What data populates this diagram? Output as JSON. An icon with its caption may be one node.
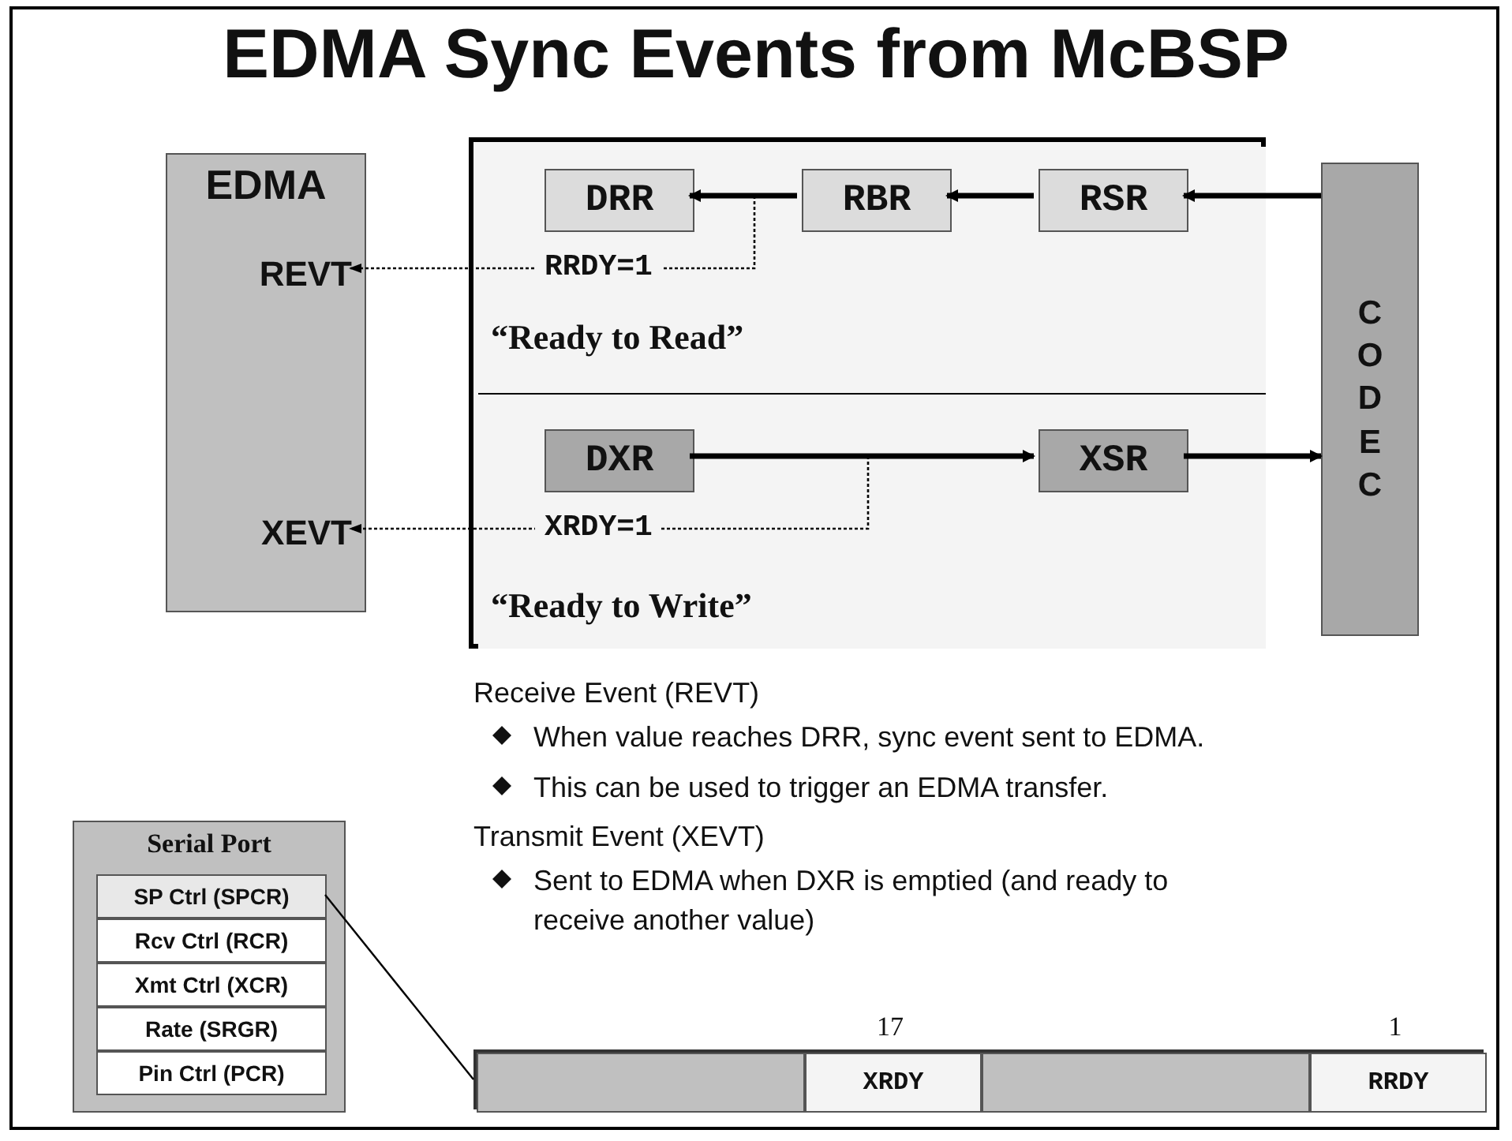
{
  "diagram": {
    "title": "EDMA Sync Events from McBSP",
    "nodes": [
      {
        "text": [
          "EDMA"
        ]
      },
      {
        "text": [
          "REVT"
        ],
        "in": 0
      },
      {
        "text": [
          "XEVT"
        ],
        "in": 0
      },
      {
        "text": [],
        "shape": "box"
      },
      {
        "text": [
          "“Ready to Read”"
        ],
        "in": 3
      },
      {
        "text": [
          "“Ready to Write”"
        ],
        "in": 3
      },
      {
        "text": [
          "DRR"
        ],
        "in": 4
      },
      {
        "text": [
          "RBR"
        ],
        "in": 4
      },
      {
        "text": [
          "RSR"
        ],
        "in": 4
      },
      {
        "text": [
          "DXR"
        ],
        "in": 5
      },
      {
        "text": [
          "XSR"
        ],
        "in": 5
      },
      {
        "text": [
          "CODEC"
        ]
      },
      {
        "text": [
          "Serial Port"
        ]
      },
      {
        "text": [
          "SP Ctrl (SPCR)"
        ],
        "in": 12
      },
      {
        "text": [
          "Rcv Ctrl (RCR)"
        ],
        "in": 12
      },
      {
        "text": [
          "Xmt Ctrl (XCR)"
        ],
        "in": 12
      },
      {
        "text": [
          "Rate (SRGR)"
        ],
        "in": 12
      },
      {
        "text": [
          "Pin Ctrl (PCR)"
        ],
        "in": 12
      },
      {
        "text": [],
        "shape": "bar"
      },
      {
        "text": [],
        "shape": "box",
        "in": 18
      },
      {
        "text": [
          "XRDY"
        ],
        "in": 18,
        "beside": [
          "17"
        ]
      },
      {
        "text": [],
        "shape": "box",
        "in": 18
      },
      {
        "text": [
          "RRDY"
        ],
        "in": 18,
        "beside": [
          "1"
        ]
      }
    ],
    "edges": [
      {
        "from": 11,
        "to": 8,
        "arrow": "to"
      },
      {
        "from": 8,
        "to": 7,
        "arrow": "to"
      },
      {
        "from": 7,
        "to": 6,
        "arrow": "to"
      },
      {
        "from": null,
        "to": 1,
        "arrow": "to",
        "style": "dashed",
        "label": "RRDY=1"
      },
      {
        "from": 9,
        "to": 10,
        "arrow": "to"
      },
      {
        "from": 10,
        "to": 11,
        "arrow": "to"
      },
      {
        "from": null,
        "to": 2,
        "arrow": "to",
        "style": "dashed",
        "label": "XRDY=1"
      },
      {
        "from": 13,
        "to": 18,
        "arrow": "none"
      }
    ],
    "labels": [
      "Receive Event (REVT)",
      "When value reaches DRR, sync event sent to EDMA.",
      "This can be used to trigger an EDMA transfer.",
      "Transmit Event (XEVT)",
      "Sent to EDMA when DXR is emptied (and ready to receive another value)"
    ]
  }
}
